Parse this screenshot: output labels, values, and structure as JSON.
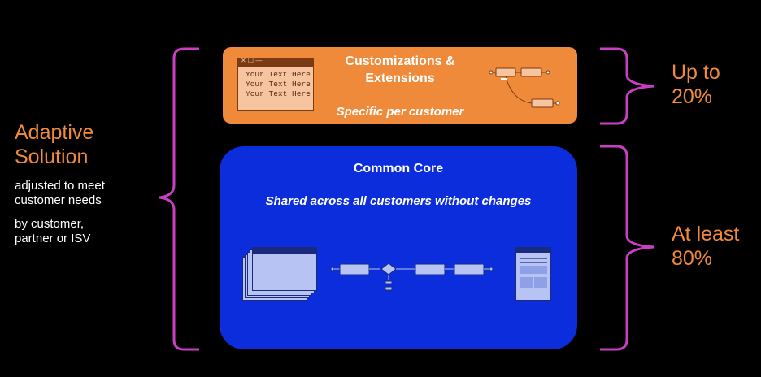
{
  "left": {
    "title_line1": "Adaptive",
    "title_line2": "Solution",
    "desc1_line1": "adjusted to meet",
    "desc1_line2": "customer needs",
    "desc2_line1": "by customer,",
    "desc2_line2": "partner or ISV"
  },
  "customizations": {
    "title_line1": "Customizations &",
    "title_line2": "Extensions",
    "subtitle": "Specific per customer",
    "window_lines": [
      "Your Text Here",
      "Your Text Here",
      "Your Text Here"
    ]
  },
  "core": {
    "title": "Common Core",
    "subtitle": "Shared across all customers without changes"
  },
  "right": {
    "top_line1": "Up to",
    "top_line2": "20%",
    "bottom_line1": "At least",
    "bottom_line2": "80%"
  },
  "colors": {
    "accent_orange": "#f08a3c",
    "bracket_magenta": "#c93fc4",
    "core_blue": "#0b2ddb",
    "custom_orange": "#ee8a3a"
  }
}
